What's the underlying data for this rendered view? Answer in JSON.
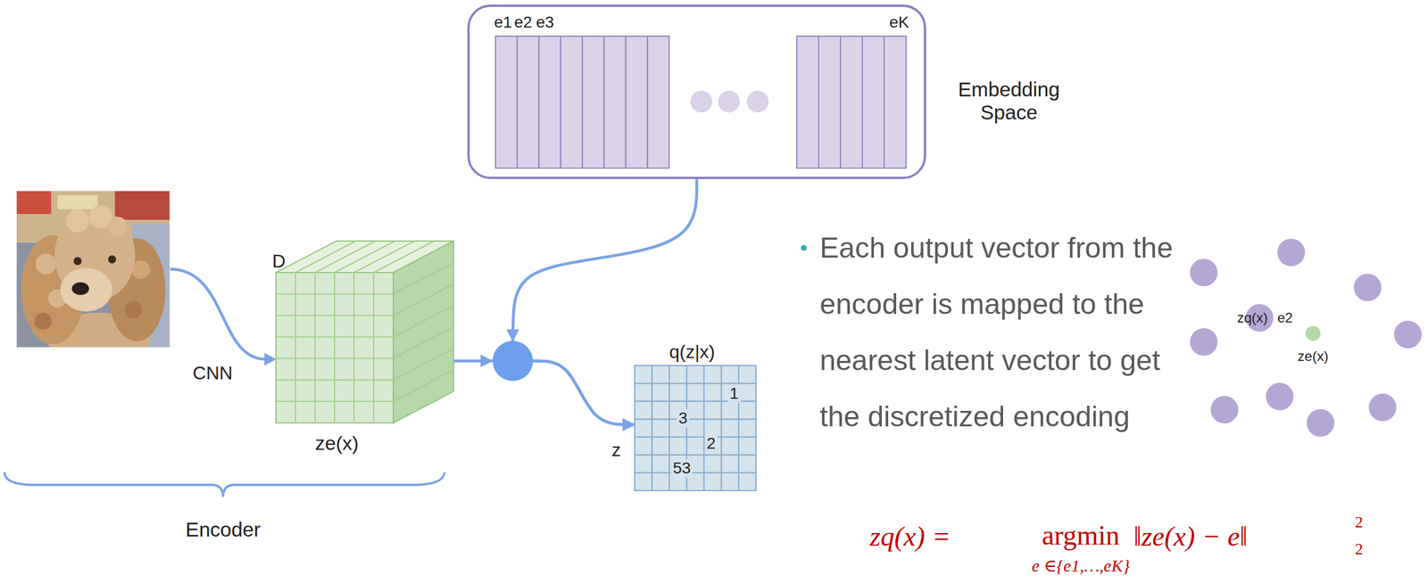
{
  "diagram": {
    "nodes": [
      {
        "text": [
          "e1",
          "e2",
          "e3",
          "eK",
          "Embedding Space"
        ]
      },
      {
        "text": [
          "D",
          "ze(x)"
        ]
      },
      {
        "text": [
          "q(z|x)",
          "1",
          "3",
          "2",
          "53"
        ]
      }
    ],
    "edges": [
      {
        "from": 1,
        "to": 2,
        "arrow": "to"
      },
      {
        "from": 0,
        "to": 2,
        "arrow": "to"
      }
    ],
    "labels": [
      "CNN",
      "Encoder",
      "z",
      "Each output vector from the encoder is mapped to the nearest latent vector to get the discretized encoding",
      "zq(x) =",
      "argmin",
      "e ∈{e1,…,eK}",
      "‖ze(x) − e‖",
      "2",
      "2",
      "zq(x)",
      "e2",
      "ze(x)"
    ]
  }
}
